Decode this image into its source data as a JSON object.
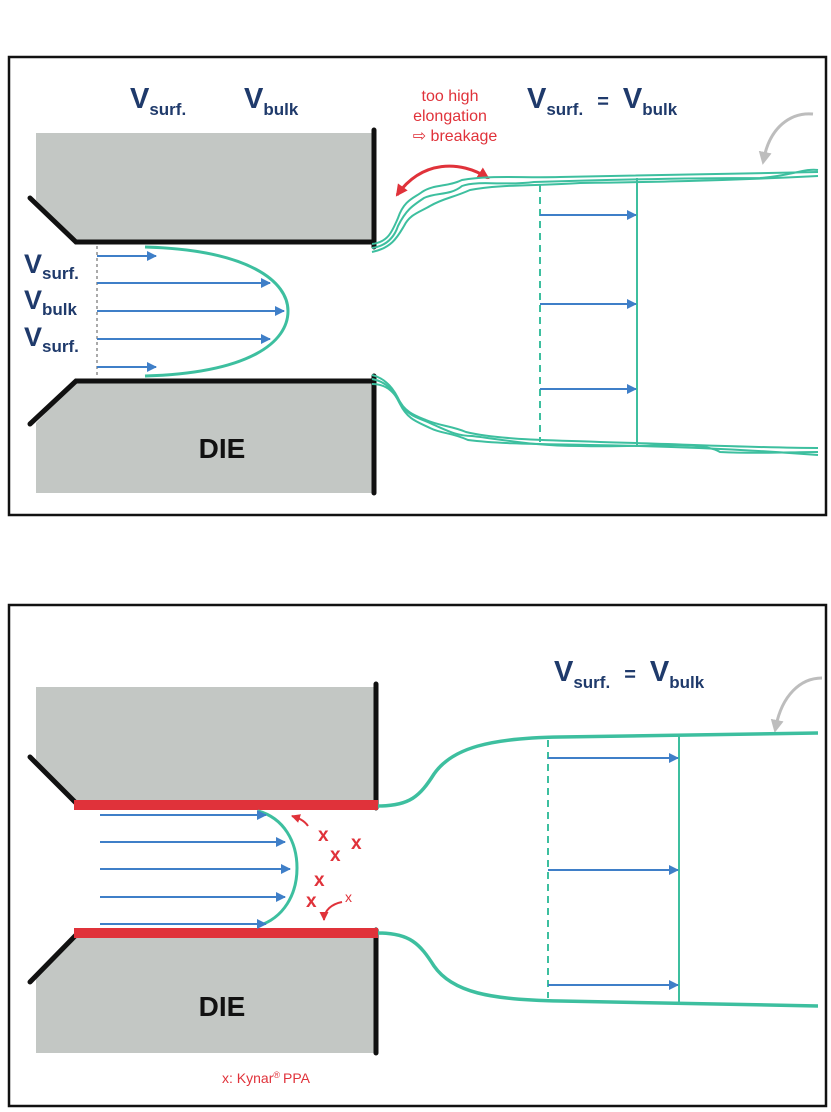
{
  "colors": {
    "die_fill": "#c3c7c4",
    "die_edge": "#111111",
    "melt": "#3dbf9f",
    "arrow": "#3f7fc8",
    "text_blue": "#1f3a6b",
    "red": "#e0323a",
    "grey_arrow": "#bdbdbd"
  },
  "labels": {
    "v": "V",
    "surf": "surf.",
    "bulk": "bulk",
    "equals": "=",
    "die": "DIE"
  },
  "top_panel": {
    "breakage_note": [
      "too high",
      "elongation",
      "⇨ breakage"
    ]
  },
  "bottom_panel": {
    "x_mark": "x",
    "legend": "x: Kynar",
    "legend_sup": "®",
    "legend_tail": "PPA"
  }
}
